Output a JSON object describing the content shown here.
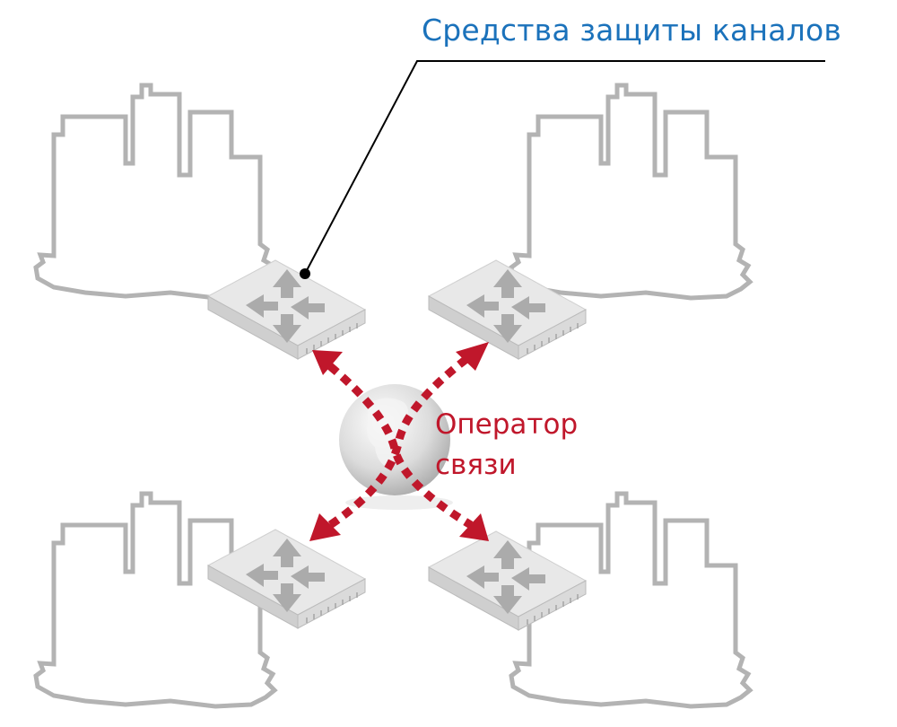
{
  "callout": {
    "title": "Средства защиты каналов"
  },
  "operator": {
    "line1": "Оператор",
    "line2": "связи"
  },
  "colors": {
    "title": "#1b72bb",
    "accent": "#c0172b",
    "outline": "#b3b3b3",
    "router": "#e6e6e6"
  },
  "sites": [
    {
      "name": "office-top-left",
      "router": "router-icon"
    },
    {
      "name": "office-top-right",
      "router": "router-icon"
    },
    {
      "name": "office-bottom-left",
      "router": "router-icon"
    },
    {
      "name": "office-bottom-right",
      "router": "router-icon"
    }
  ]
}
